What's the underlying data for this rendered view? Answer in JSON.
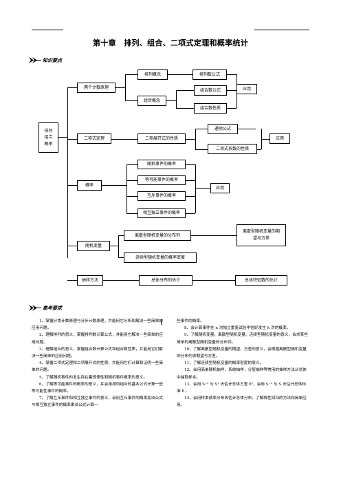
{
  "header": {
    "title": "第十章　排列、组合、二项式定理和概率统计"
  },
  "sections": {
    "knowledge": {
      "icon": "double-chevron-icon",
      "label": "知识要点"
    },
    "exam": {
      "icon": "double-chevron-icon",
      "label": "高考要求"
    }
  },
  "diagram": {
    "root": "排列组合概率",
    "counting_principles": "两个计数原理",
    "perm_concept": "排列概念",
    "perm_formula": "排列数公式",
    "comb_concept": "组合概念",
    "comb_formula": "组合数公式",
    "comb_property": "组合数性质",
    "apply_1": "应用",
    "binomial_theorem": "二项式定理",
    "binomial_property": "二项展开式的性质",
    "general_term": "通项公式",
    "binomial_coef": "二项式系数的性质",
    "apply_2": "应用",
    "probability": "概率",
    "prob_random": "随机事件的概率",
    "prob_equal": "等可能事件的概率",
    "prob_exclusive": "互斥事件的概率",
    "prob_independent": "相互独立事件的概率",
    "apply_3": "应用",
    "random_variable": "随机变量",
    "discrete_dist": "离散型随机变量的分布列",
    "continuous_density": "连续型随机变量的概率密度",
    "expectation_variance": "离散型随机变量的期望与方差",
    "sampling": "抽样方法",
    "population_estimate": "总体分布的估计",
    "population_feature": "总体特征数的估计"
  },
  "requirements": {
    "left": [
      "1、掌握分类计数原理与分步计数原理，并能用它分析和解决一些简单的应用问题。",
      "2、理解排列的意义，掌握排列数计算公式，并能用它解决一些简单的应用问题。",
      "3、理解组合的意义，掌握组合数计算公式和组合数性质，并能用它们解决一些简单的应用问题。",
      "4、掌握二项式定理和二项展开式的性质，并能用它们计算和证明一些简单的问题。",
      "5、了解随机事件的发生存在着规律性和随机事件概率的意义。",
      "6、了解等可能事件的概率的意义，并会用排列组合的基本公式计算一些等可能性事件的概率。",
      "7、了解互斥事件和相互独立事件的意义，会用互斥事件的概率加法公式与相互独立事件的概率乘法公式计算一"
    ],
    "right": [
      "些事件的概率。",
      "8、会计算事件在 n 次独立重复试验中恰好发生 k 次的概率。",
      "9、了解随机变量、离散型随机变量、连续型随机变量的意义，会求某些简单的离散型随机变量的分布列。",
      "10、了解离散型随机变量的期望、方差的意义，会根据离散型随机变量的分布列求期望与方差。",
      "11、了解连续型随机变量的概率密度的意义。",
      "12、会用简单随机抽样，系统抽样，分层抽样等常用的抽样方法从总体中抽取样本。",
      "13、会用 S⁻² 与 S² 去估计总体方差 δ²，会用 S⁻² 与 S 去估计总体标准 δ 。",
      "14、会用样本频率分布去估计总体分布。了解线性回归的方法和简单应用。"
    ]
  }
}
